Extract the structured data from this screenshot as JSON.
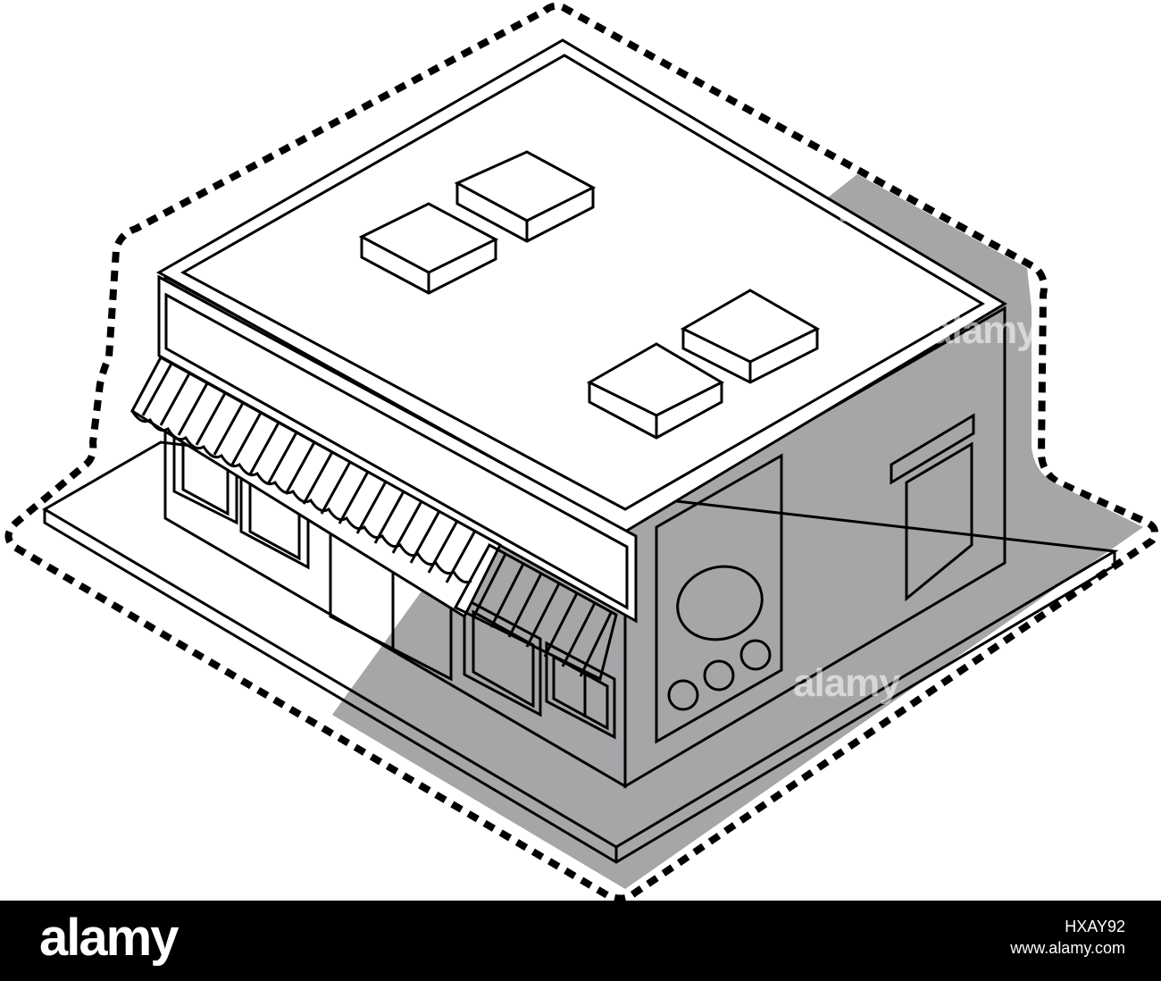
{
  "image": {
    "subject": "isometric-store-building-sticker",
    "colors": {
      "background": "#ffffff",
      "line": "#000000",
      "shadow": "#a5a6a8",
      "footer": "#000000"
    }
  },
  "watermarks": [
    "alamy",
    "a",
    "alamy",
    "alamy"
  ],
  "footer": {
    "brand": "alamy",
    "image_id": "HXAY92",
    "site": "www.alamy.com"
  }
}
